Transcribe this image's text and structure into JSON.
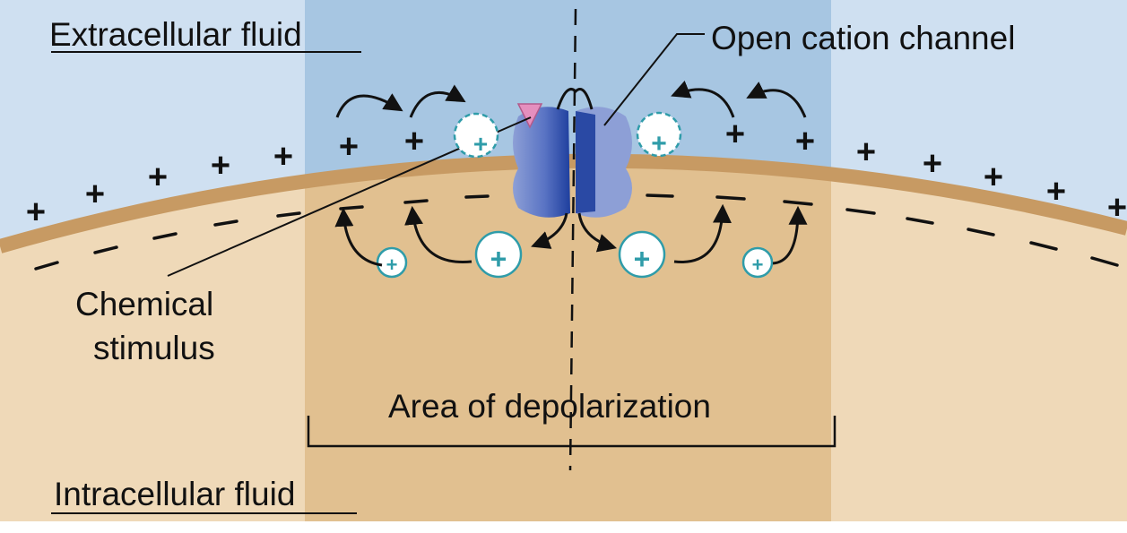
{
  "labels": {
    "extracellular": "Extracellular fluid",
    "intracellular": "Intracellular fluid",
    "channel": "Open cation channel",
    "stimulus_line1": "Chemical",
    "stimulus_line2": "stimulus",
    "depolarization": "Area of depolarization"
  },
  "symbols": {
    "plus": "+",
    "minus": "−"
  },
  "colors": {
    "extracellular_light": "#cfe0f1",
    "extracellular_dark": "#a7c6e2",
    "intracellular_light": "#efd9b8",
    "intracellular_dark": "#e1c090",
    "membrane": "#c79a63",
    "channel_light": "#8d9fd6",
    "channel_dark": "#1f3f9e",
    "ion": "#2f9ca9",
    "stimulus": "#e58fbe"
  }
}
